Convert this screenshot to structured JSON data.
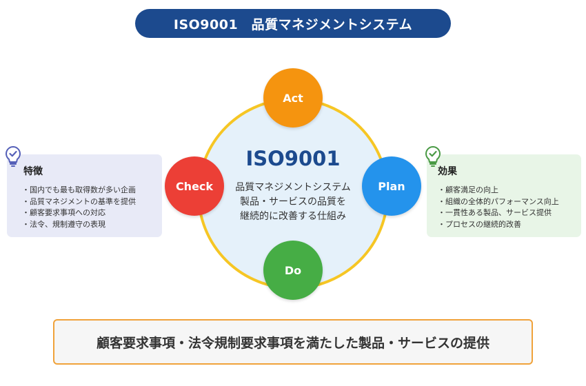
{
  "title": "ISO9001　品質マネジメントシステム",
  "center": {
    "title": "ISO9001",
    "lines": [
      "品質マネジメントシステム",
      "製品・サービスの品質を",
      "継続的に改善する仕組み"
    ]
  },
  "cycle": {
    "act": "Act",
    "plan": "Plan",
    "do": "Do",
    "check": "Check"
  },
  "features": {
    "heading": "特徴",
    "items": [
      "国内でも最も取得数が多い企画",
      "品質マネジメントの基準を提供",
      "顧客要求事項への対応",
      "法令、規制遵守の表現"
    ]
  },
  "effects": {
    "heading": "効果",
    "items": [
      "顧客満足の向上",
      "組織の全体的パフォーマンス向上",
      "一貫性ある製品、サービス提供",
      "プロセスの継続的改善"
    ]
  },
  "footer": "顧客要求事項・法令規制要求事項を満たした製品・サービスの提供",
  "colors": {
    "banner": "#1c4a8e",
    "ring": "#f6c624",
    "act": "#f5940f",
    "plan": "#2493ec",
    "do": "#46ad45",
    "check": "#ec3f36",
    "features_icon": "#5560b8",
    "effects_icon": "#4a9a45",
    "footer_border": "#f0a23a"
  },
  "icons": {
    "features": "lightbulb-check-icon",
    "effects": "lightbulb-check-icon"
  }
}
